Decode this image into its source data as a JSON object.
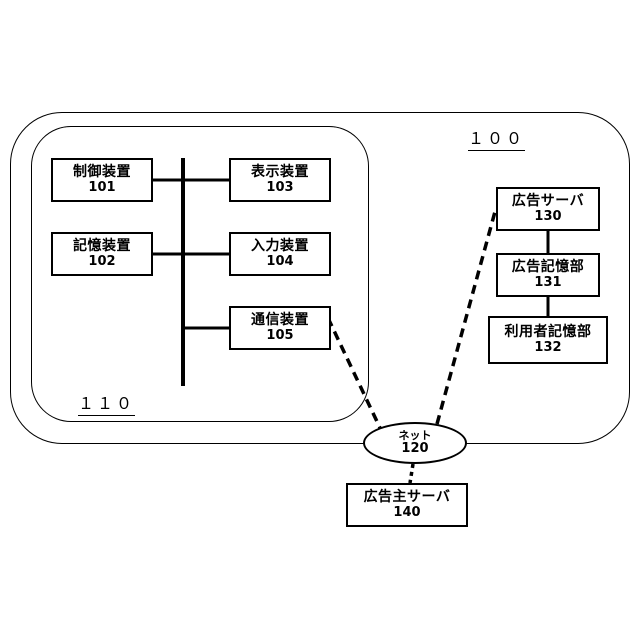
{
  "system_label": "１００",
  "terminal_label": "１１０",
  "components": {
    "control": {
      "name": "制御装置",
      "num": "101"
    },
    "display": {
      "name": "表示装置",
      "num": "103"
    },
    "storage": {
      "name": "記憶装置",
      "num": "102"
    },
    "input": {
      "name": "入力装置",
      "num": "104"
    },
    "comm": {
      "name": "通信装置",
      "num": "105"
    }
  },
  "ad_server": {
    "name": "広告サーバ",
    "num": "130"
  },
  "ad_storage": {
    "name": "広告記憶部",
    "num": "131"
  },
  "user_storage": {
    "name": "利用者記憶部",
    "num": "132"
  },
  "network": {
    "name": "ネット",
    "num": "120"
  },
  "advertiser_server": {
    "name": "広告主サーバ",
    "num": "140"
  }
}
